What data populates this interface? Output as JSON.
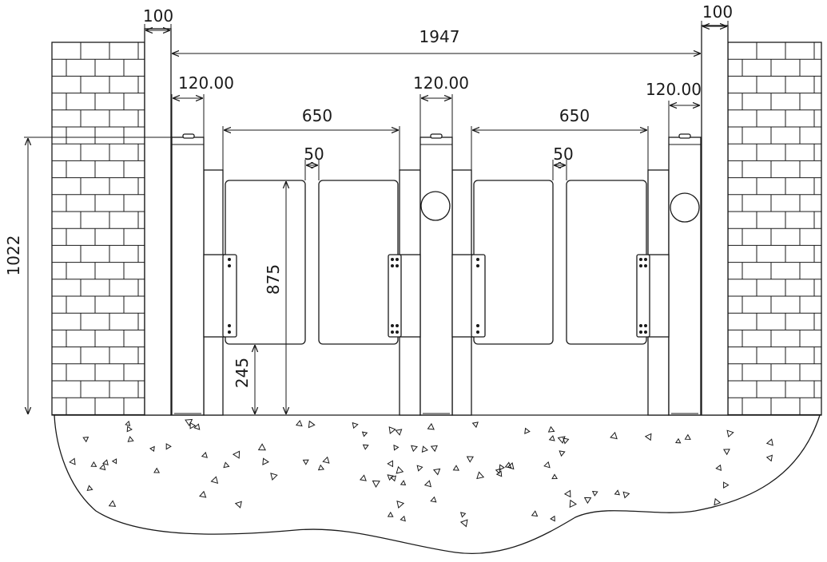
{
  "dimensions": {
    "post_left_width": "100",
    "post_right_width": "100",
    "overall_width": "1947",
    "cabinet_left_width": "120.00",
    "cabinet_mid_width": "120.00",
    "cabinet_right_width": "120.00",
    "lane_left_width": "650",
    "lane_right_width": "650",
    "gap_left": "50",
    "gap_right": "50",
    "height_total": "1022",
    "panel_height": "875",
    "panel_clearance": "245"
  },
  "colors": {
    "line": "#1a1a1a",
    "background": "#ffffff"
  }
}
